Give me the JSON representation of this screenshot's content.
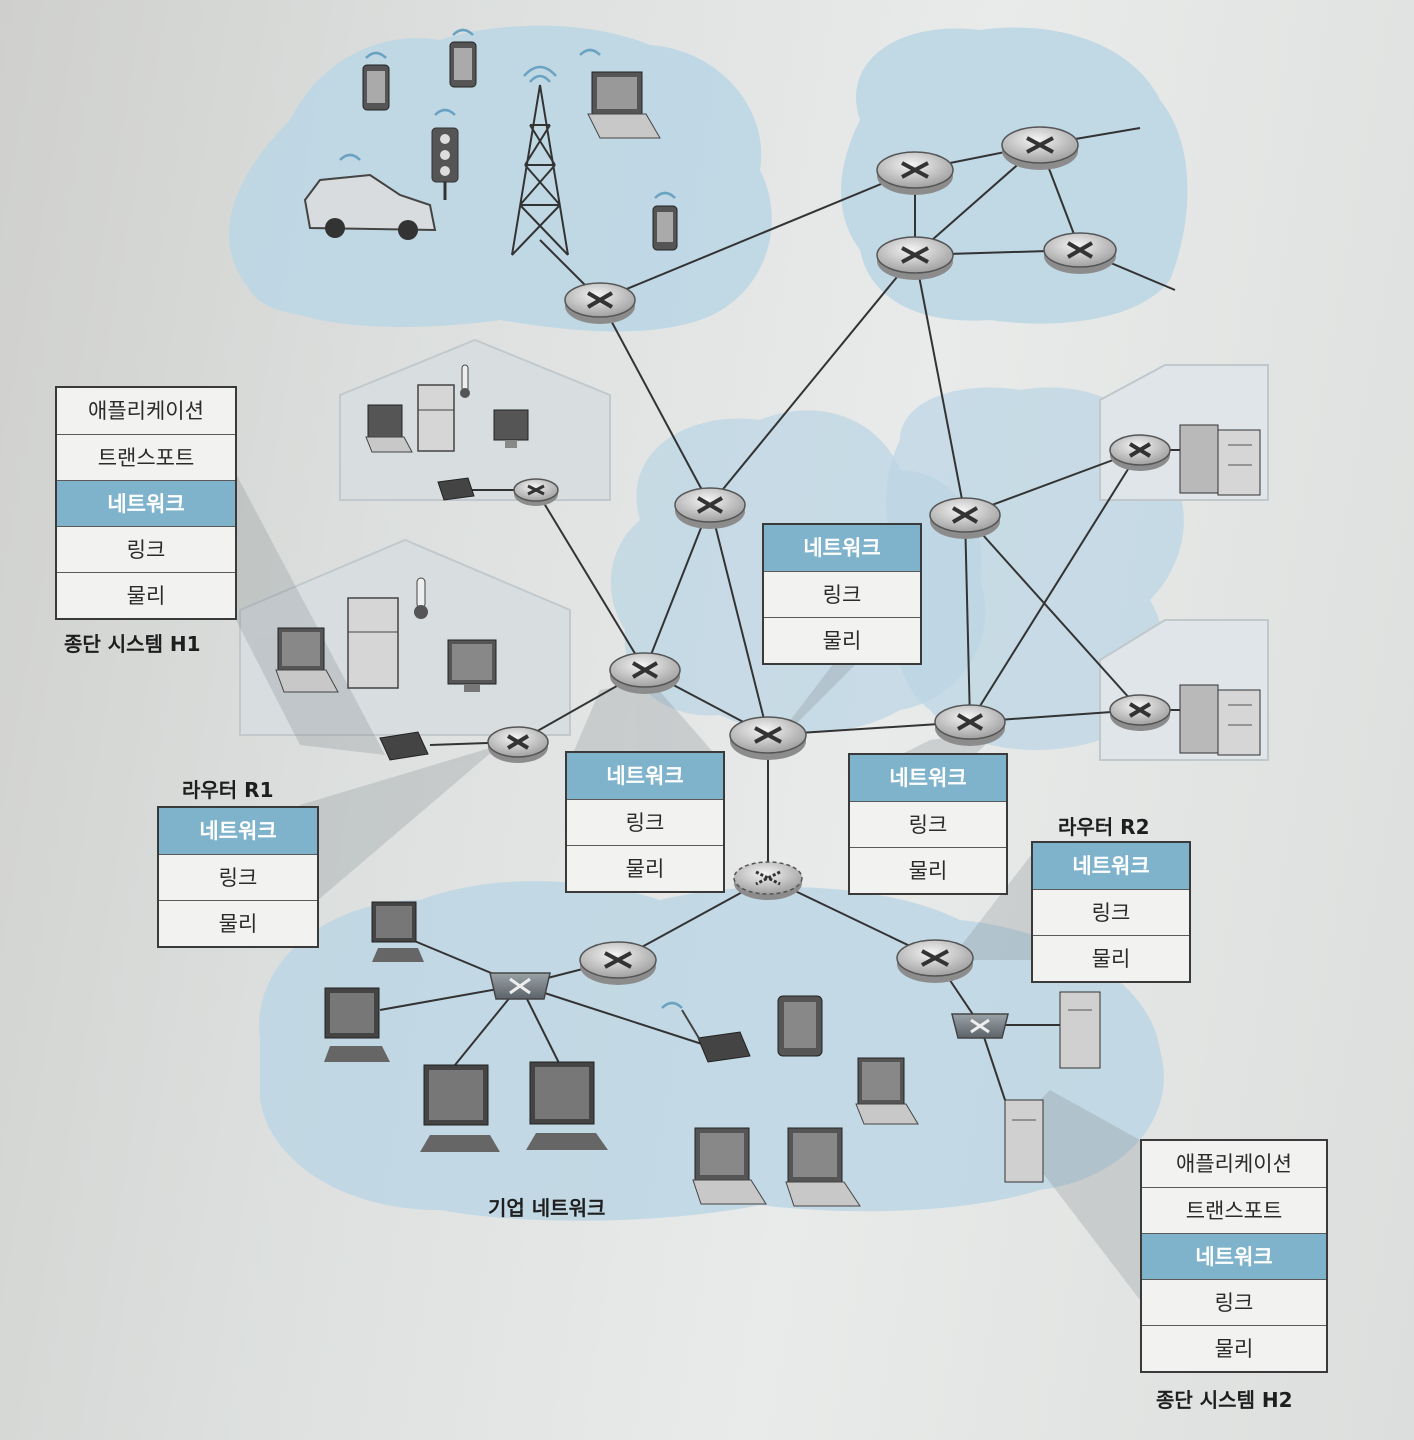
{
  "stacks": {
    "h1": [
      "애플리케이션",
      "트랜스포트",
      "네트워크",
      "링크",
      "물리"
    ],
    "r1": [
      "네트워크",
      "링크",
      "물리"
    ],
    "mid_a": [
      "네트워크",
      "링크",
      "물리"
    ],
    "mid_b": [
      "네트워크",
      "링크",
      "물리"
    ],
    "mid_c": [
      "네트워크",
      "링크",
      "물리"
    ],
    "r2": [
      "네트워크",
      "링크",
      "물리"
    ],
    "h2": [
      "애플리케이션",
      "트랜스포트",
      "네트워크",
      "링크",
      "물리"
    ]
  },
  "captions": {
    "h1": "종단 시스템 H1",
    "r1": "라우터 R1",
    "r2": "라우터 R2",
    "h2": "종단 시스템 H2",
    "enterprise": "기업 네트워크"
  },
  "colors": {
    "cloud": "#bcd6e4",
    "highlight": "#7fb3cc",
    "router_face": "#cfcfcf"
  }
}
